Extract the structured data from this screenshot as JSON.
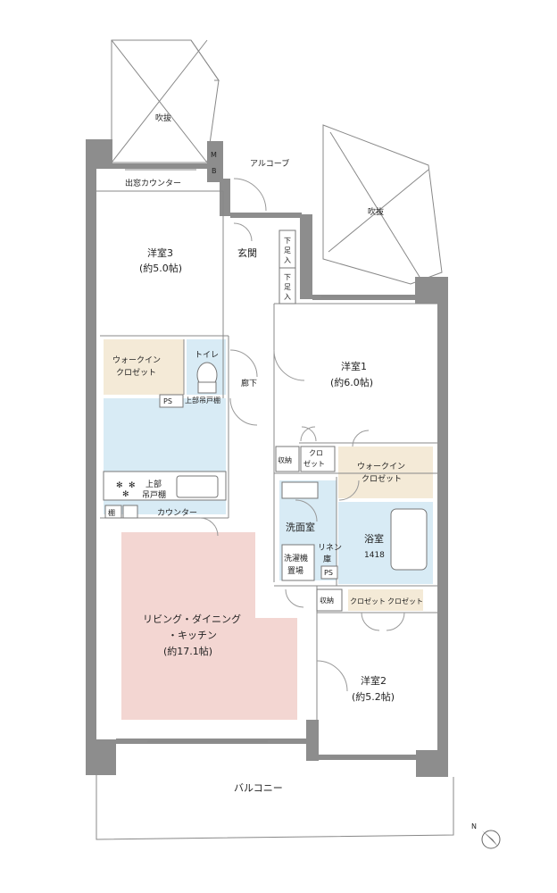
{
  "colors": {
    "ldk": "#f3d6d2",
    "water": "#d8ebf5",
    "closet": "#f4ead7",
    "wall": "#8d8d8d"
  },
  "labels": {
    "fukinuke_1": "吹抜",
    "fukinuke_2": "吹抜",
    "alcove": "アルコーブ",
    "mb_m": "M",
    "mb_b": "B",
    "demado_counter": "出窓カウンター",
    "yoshitsu3_name": "洋室3",
    "yoshitsu3_size": "(約5.0帖)",
    "genkan": "玄関",
    "shoes_1_a": "下",
    "shoes_1_b": "足",
    "shoes_1_c": "入",
    "shoes_2_a": "下",
    "shoes_2_b": "足",
    "shoes_2_c": "入",
    "wic1_a": "ウォークイン",
    "wic1_b": "クロゼット",
    "toilet": "トイレ",
    "ps1": "PS",
    "upper_cabinet_toilet": "上部吊戸棚",
    "rouka": "廊下",
    "yoshitsu1_name": "洋室1",
    "yoshitsu1_size": "(約6.0帖)",
    "shuno1": "収納",
    "closet_a": "クロ",
    "closet_b": "ゼット",
    "wic2_a": "ウォークイン",
    "wic2_b": "クロゼット",
    "kitchen_cab_a": "上部",
    "kitchen_cab_b": "吊戸棚",
    "tana": "棚",
    "counter": "カウンター",
    "senmenjo": "洗面室",
    "linen_a": "リネン",
    "linen_b": "庫",
    "yokushitsu": "浴室",
    "bath_size": "1418",
    "washer_a": "洗濯機",
    "washer_b": "置場",
    "ps2": "PS",
    "shuno2": "収納",
    "closet3": "クロゼット",
    "closet4": "クロゼット",
    "ldk_a": "リビング・ダイニング",
    "ldk_b": "・キッチン",
    "ldk_size": "(約17.1帖)",
    "yoshitsu2_name": "洋室2",
    "yoshitsu2_size": "(約5.2帖)",
    "balcony": "バルコニー",
    "north": "N"
  }
}
